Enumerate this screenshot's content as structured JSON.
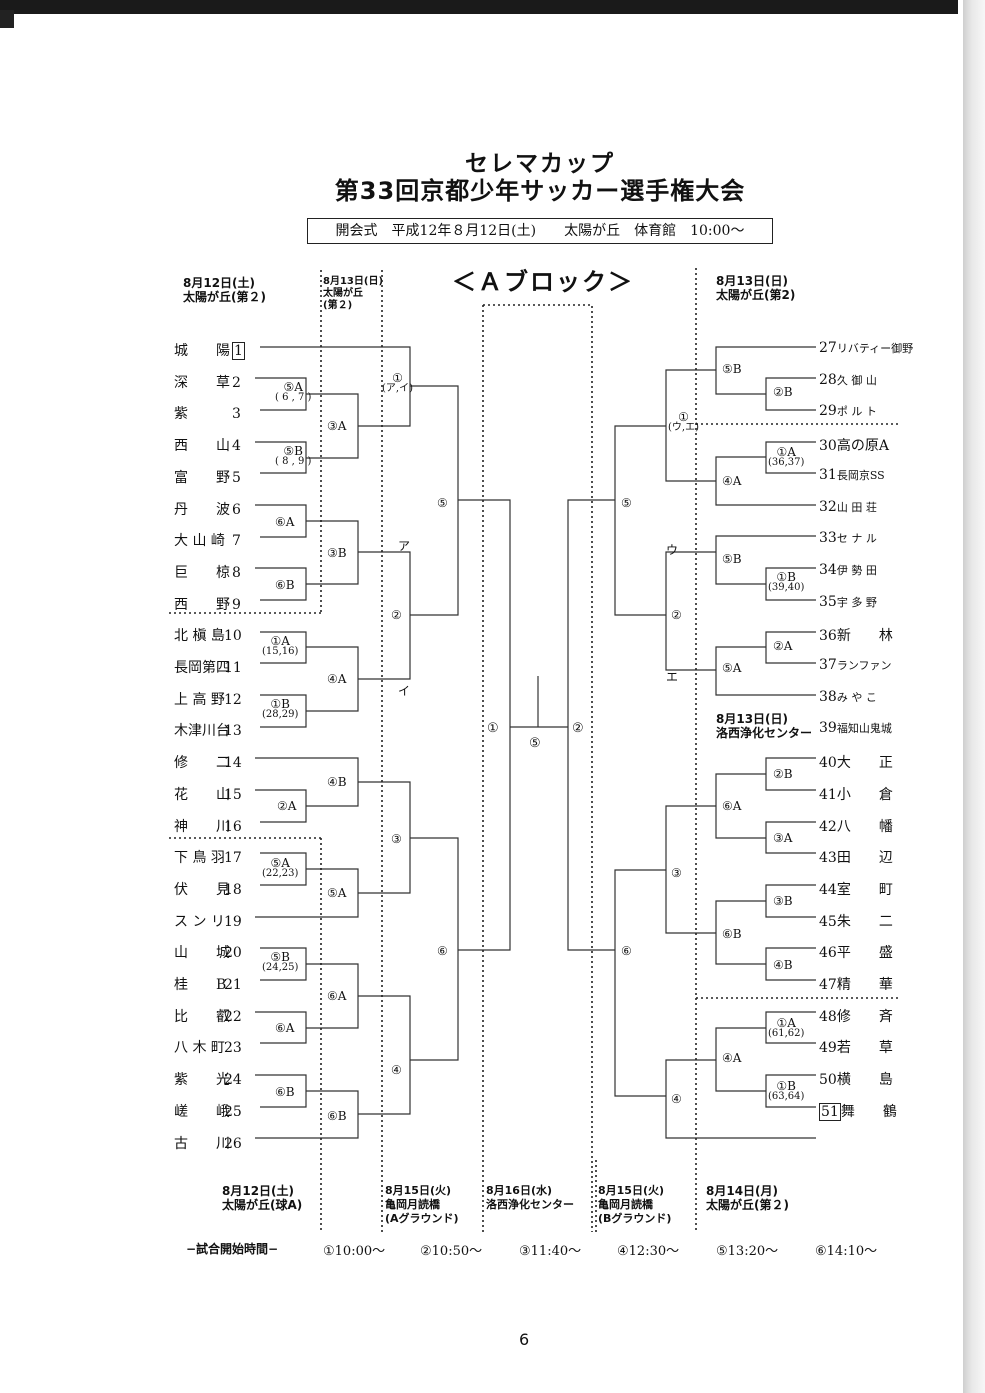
{
  "title": {
    "line1": "セレマカップ",
    "line2": "第33回京都少年サッカー選手権大会",
    "opening": "開会式　平成12年８月12日(土)　　太陽が丘　体育館　10:00〜"
  },
  "block_title": "＜Ａブロック＞",
  "venues": {
    "tl": [
      "8月12日(土)",
      "太陽が丘(第２)"
    ],
    "tm": [
      "8月13日(日)",
      "太陽が丘",
      "(第２)"
    ],
    "tr": [
      "8月13日(日)",
      "太陽が丘(第2)"
    ],
    "mr": [
      "8月13日(日)",
      "洛西浄化センター"
    ],
    "bl": [
      "8月12日(土)",
      "太陽が丘(球A)"
    ],
    "bm1": [
      "8月15日(火)",
      "亀岡月読橋",
      "(Aグラウンド)"
    ],
    "bm2": [
      "8月16日(水)",
      "洛西浄化センター"
    ],
    "bm3": [
      "8月15日(火)",
      "亀岡月読橋",
      "(Bグラウンド)"
    ],
    "br": [
      "8月14日(月)",
      "太陽が丘(第２)"
    ]
  },
  "left_teams": [
    {
      "name": "城　　陽",
      "num": "1",
      "seed": true
    },
    {
      "name": "深　　草",
      "num": "2"
    },
    {
      "name": "紫",
      "num": "3"
    },
    {
      "name": "西　　山",
      "num": "4"
    },
    {
      "name": "富　　野",
      "num": "5"
    },
    {
      "name": "丹　　波",
      "num": "6"
    },
    {
      "name": "大 山 崎",
      "num": "7"
    },
    {
      "name": "巨　　椋",
      "num": "8"
    },
    {
      "name": "西　　野",
      "num": "9"
    },
    {
      "name": "北 槇 島",
      "num": "10"
    },
    {
      "name": "長岡第四",
      "num": "11"
    },
    {
      "name": "上 高 野",
      "num": "12"
    },
    {
      "name": "木津川台",
      "num": "13"
    },
    {
      "name": "修　　二",
      "num": "14"
    },
    {
      "name": "花　　山",
      "num": "15"
    },
    {
      "name": "神　　川",
      "num": "16"
    },
    {
      "name": "下 鳥 羽",
      "num": "17"
    },
    {
      "name": "伏　　見",
      "num": "18"
    },
    {
      "name": "ス ン リ",
      "num": "19"
    },
    {
      "name": "山　　城",
      "num": "20"
    },
    {
      "name": "桂　　B",
      "num": "21"
    },
    {
      "name": "比　　叡",
      "num": "22"
    },
    {
      "name": "八 木 町",
      "num": "23"
    },
    {
      "name": "紫　　光",
      "num": "24"
    },
    {
      "name": "嵯　　峨",
      "num": "25"
    },
    {
      "name": "古　　川",
      "num": "26"
    }
  ],
  "right_teams": [
    {
      "num": "27",
      "name": "リバティー御野"
    },
    {
      "num": "28",
      "name": "久 御 山"
    },
    {
      "num": "29",
      "name": "ポ ル ト"
    },
    {
      "num": "30",
      "name": "高の原A"
    },
    {
      "num": "31",
      "name": "長岡京SS"
    },
    {
      "num": "32",
      "name": "山 田 荘"
    },
    {
      "num": "33",
      "name": "セ ナ ル"
    },
    {
      "num": "34",
      "name": "伊 勢 田"
    },
    {
      "num": "35",
      "name": "宇 多 野"
    },
    {
      "num": "36",
      "name": "新　　林"
    },
    {
      "num": "37",
      "name": "ランファン"
    },
    {
      "num": "38",
      "name": "み や こ"
    },
    {
      "num": "39",
      "name": "福知山鬼城"
    },
    {
      "num": "40",
      "name": "大　　正"
    },
    {
      "num": "41",
      "name": "小　　倉"
    },
    {
      "num": "42",
      "name": "八　　幡"
    },
    {
      "num": "43",
      "name": "田　　辺"
    },
    {
      "num": "44",
      "name": "室　　町"
    },
    {
      "num": "45",
      "name": "朱　　二"
    },
    {
      "num": "46",
      "name": "平　　盛"
    },
    {
      "num": "47",
      "name": "精　　華"
    },
    {
      "num": "48",
      "name": "修　　斉"
    },
    {
      "num": "49",
      "name": "若　　草"
    },
    {
      "num": "50",
      "name": "横　　島"
    },
    {
      "num": "51",
      "name": "舞　　鶴",
      "seed": true
    }
  ],
  "left_r1": [
    {
      "label": "⑤A",
      "sub": "( 6 , 7 )"
    },
    {
      "label": "⑤B",
      "sub": "( 8 , 9 )"
    },
    {
      "label": "⑥A",
      "sub": ""
    },
    {
      "label": "⑥B",
      "sub": ""
    },
    {
      "label": "①A",
      "sub": "(15,16)"
    },
    {
      "label": "①B",
      "sub": "(28,29)"
    },
    {
      "label": "②A",
      "sub": ""
    },
    {
      "label": "⑤A",
      "sub": "(22,23)"
    },
    {
      "label": "⑤B",
      "sub": "(24,25)"
    },
    {
      "label": "⑥A",
      "sub": ""
    },
    {
      "label": "⑥B",
      "sub": ""
    }
  ],
  "left_r2": [
    "③A",
    "③B",
    "④A",
    "④B",
    "⑤A",
    "⑥A",
    "⑥B"
  ],
  "left_r3": [
    {
      "label": "①",
      "sub": "(ア,イ)"
    },
    {
      "label": "②",
      "sub": ""
    },
    {
      "label": "③",
      "sub": ""
    },
    {
      "label": "④",
      "sub": ""
    }
  ],
  "left_r4": [
    "⑤",
    "⑥"
  ],
  "center": {
    "left": "①",
    "final": "⑤",
    "right": "②"
  },
  "right_r4": [
    "⑤",
    "⑥"
  ],
  "right_r3": [
    {
      "label": "①",
      "sub": "(ウ,エ)"
    },
    {
      "label": "②",
      "sub": ""
    },
    {
      "label": "③",
      "sub": ""
    },
    {
      "label": "④",
      "sub": ""
    }
  ],
  "right_r2": [
    "⑤B",
    "④A",
    "⑤B",
    "⑤A",
    "⑥A",
    "⑥B",
    "④A"
  ],
  "right_r1": [
    {
      "label": "②B",
      "sub": ""
    },
    {
      "label": "①A",
      "sub": "(36,37)"
    },
    {
      "label": "①B",
      "sub": "(39,40)"
    },
    {
      "label": "②A",
      "sub": ""
    },
    {
      "label": "②B",
      "sub": ""
    },
    {
      "label": "③A",
      "sub": ""
    },
    {
      "label": "③B",
      "sub": ""
    },
    {
      "label": "④B",
      "sub": ""
    },
    {
      "label": "①A",
      "sub": "(61,62)"
    },
    {
      "label": "①B",
      "sub": "(63,64)"
    }
  ],
  "markers": {
    "a": "ア",
    "i": "イ",
    "u": "ウ",
    "e": "エ"
  },
  "times": {
    "label": "−試合開始時間−",
    "t1": "①10:00〜",
    "t2": "②10:50〜",
    "t3": "③11:40〜",
    "t4": "④12:30〜",
    "t5": "⑤13:20〜",
    "t6": "⑥14:10〜"
  },
  "page_number": "6"
}
